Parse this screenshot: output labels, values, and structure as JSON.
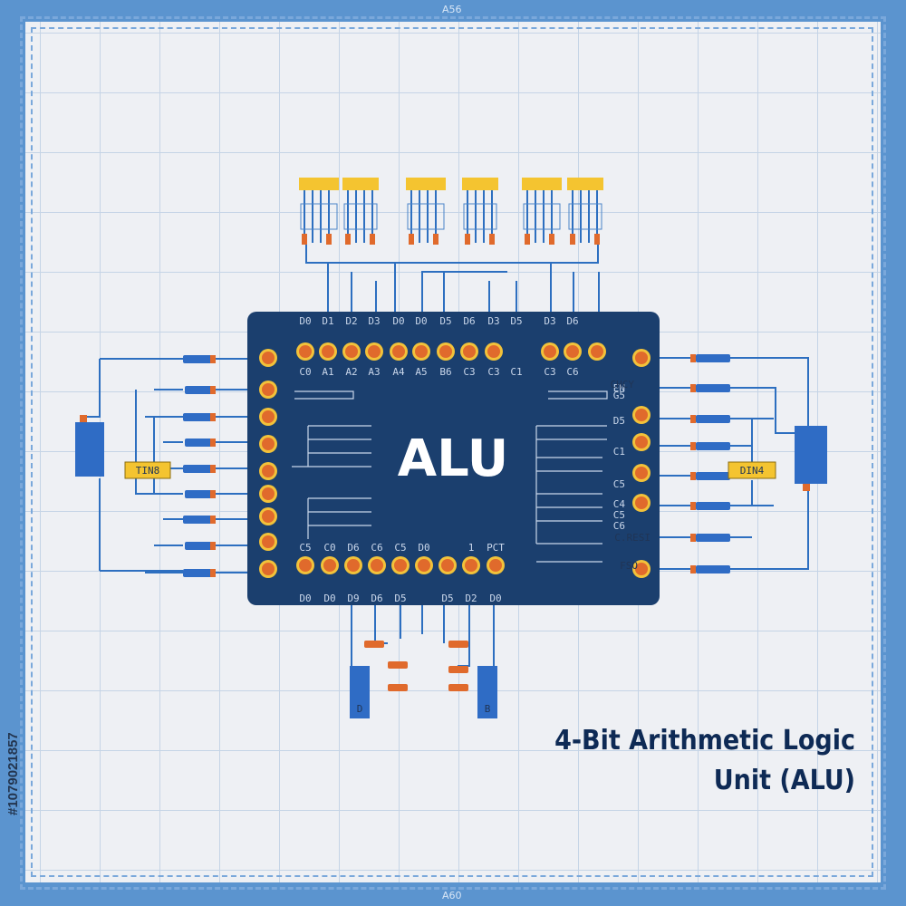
{
  "chip": {
    "title": "ALU"
  },
  "caption": {
    "line1": "4-Bit Arithmetic Logic",
    "line2": "Unit (ALU)"
  },
  "watermark_id": "#1079021857",
  "edge_labels": {
    "top": "A56",
    "bottom": "A60"
  },
  "pins": {
    "top_labels": [
      "D0",
      "D1",
      "D2",
      "D3",
      "D0",
      "D0",
      "D5",
      "D6",
      "D3",
      "D5",
      "D3",
      "D6"
    ],
    "top_inner_labels": [
      "C0",
      "A1",
      "A2",
      "A3",
      "A4",
      "A5",
      "B6",
      "C3",
      "C3",
      "C1",
      "C3",
      "C6"
    ],
    "bottom_inner_labels": [
      "C5",
      "C0",
      "D6",
      "C6",
      "C5",
      "D0",
      "1",
      "PCT"
    ],
    "bottom_labels": [
      "D0",
      "D0",
      "D9",
      "D6",
      "D5",
      "D5",
      "D2",
      "D0"
    ],
    "right_labels": [
      "EN",
      "G5",
      "D5",
      "C1",
      "C5",
      "C4",
      "C5",
      "C6"
    ],
    "right_side_text": [
      "CHCY",
      "C.RESI",
      "FSO"
    ]
  },
  "components": {
    "left_chip_label": "TIN8",
    "right_chip_label": "DIN4",
    "left_ic_label": "",
    "bottom_ic_labels": [
      "D",
      "B"
    ]
  },
  "colors": {
    "background": "#5b94cf",
    "grid": "#eef0f4",
    "chip": "#1b3f6e",
    "pad": "#e06a2c",
    "pad_ring": "#f2c23a",
    "wire": "#2d6fc0",
    "resistor": "#2f6cc5",
    "yellow_block": "#f4c430",
    "caption": "#0e2a55"
  }
}
